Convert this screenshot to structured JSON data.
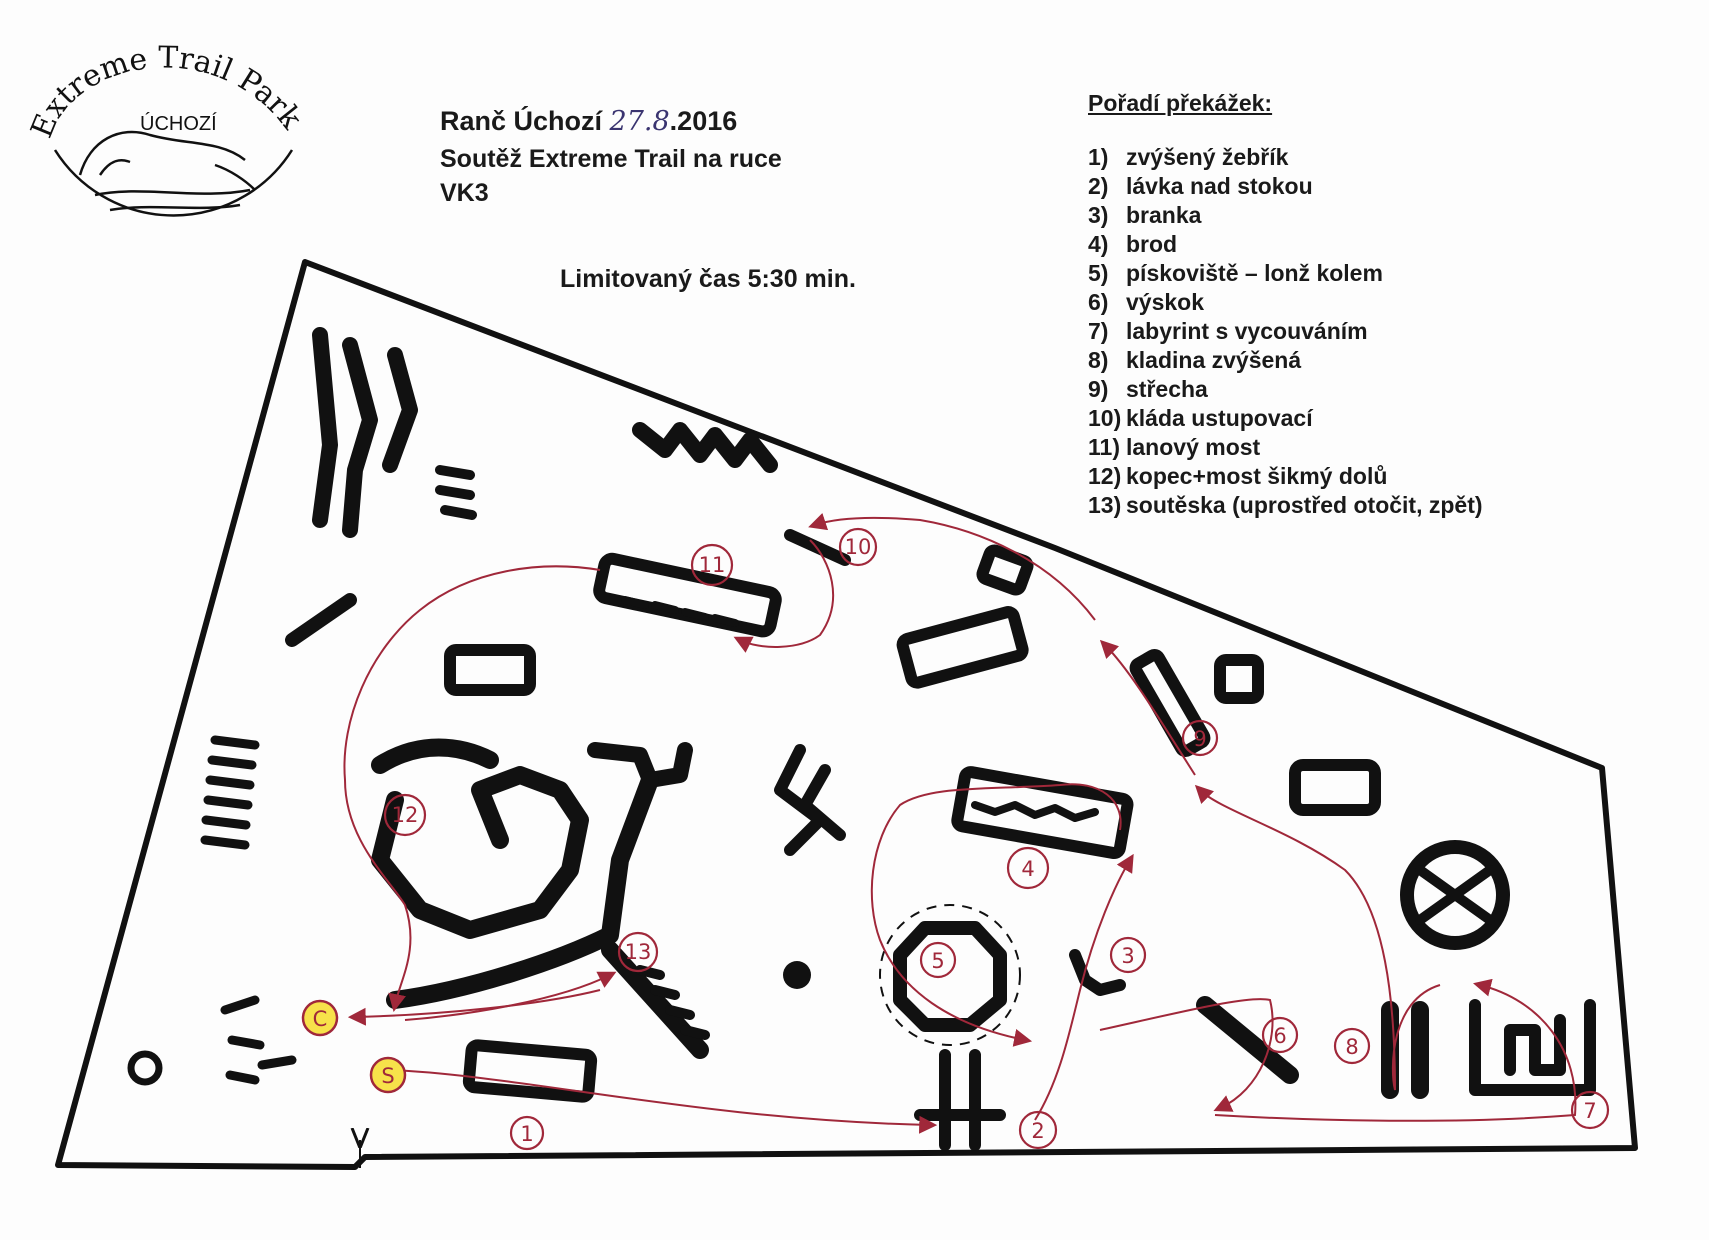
{
  "title": {
    "line1_prefix": "Ranč Úchozí",
    "line1_date": "27.8",
    "line1_suffix": ".2016",
    "line2": "Soutěž Extreme Trail na ruce",
    "line3": "VK3"
  },
  "time_limit": "Limitovaný čas 5:30 min.",
  "logo": {
    "arc_text": "Extreme Trail Park",
    "sub_text": "ÚCHOZÍ"
  },
  "obstacle_list": {
    "title": "Pořadí překážek:",
    "items": [
      {
        "no": "1)",
        "label": "zvýšený žebřík"
      },
      {
        "no": "2)",
        "label": "lávka nad stokou"
      },
      {
        "no": "3)",
        "label": "branka"
      },
      {
        "no": "4)",
        "label": "brod"
      },
      {
        "no": "5)",
        "label": "pískoviště – lonž kolem"
      },
      {
        "no": "6)",
        "label": "výskok"
      },
      {
        "no": "7)",
        "label": "labyrint s vycouváním"
      },
      {
        "no": "8)",
        "label": "kladina zvýšená"
      },
      {
        "no": "9)",
        "label": "střecha"
      },
      {
        "no": "10)",
        "label": "kláda ustupovací"
      },
      {
        "no": "11)",
        "label": "lanový most"
      },
      {
        "no": "12)",
        "label": "kopec+most šikmý dolů"
      },
      {
        "no": "13)",
        "label": "soutěska (uprostřed otočit, zpět)"
      }
    ]
  },
  "markers": {
    "start": "S",
    "finish": "C",
    "n1": "1",
    "n2": "2",
    "n3": "3",
    "n4": "4",
    "n5": "5",
    "n6": "6",
    "n7": "7",
    "n8": "8",
    "n9": "9",
    "n10": "10",
    "n11": "11",
    "n12": "12",
    "n13": "13"
  },
  "colors": {
    "route": "#a0283a",
    "marker_fill": "#f7e24a",
    "ink": "#111111"
  }
}
